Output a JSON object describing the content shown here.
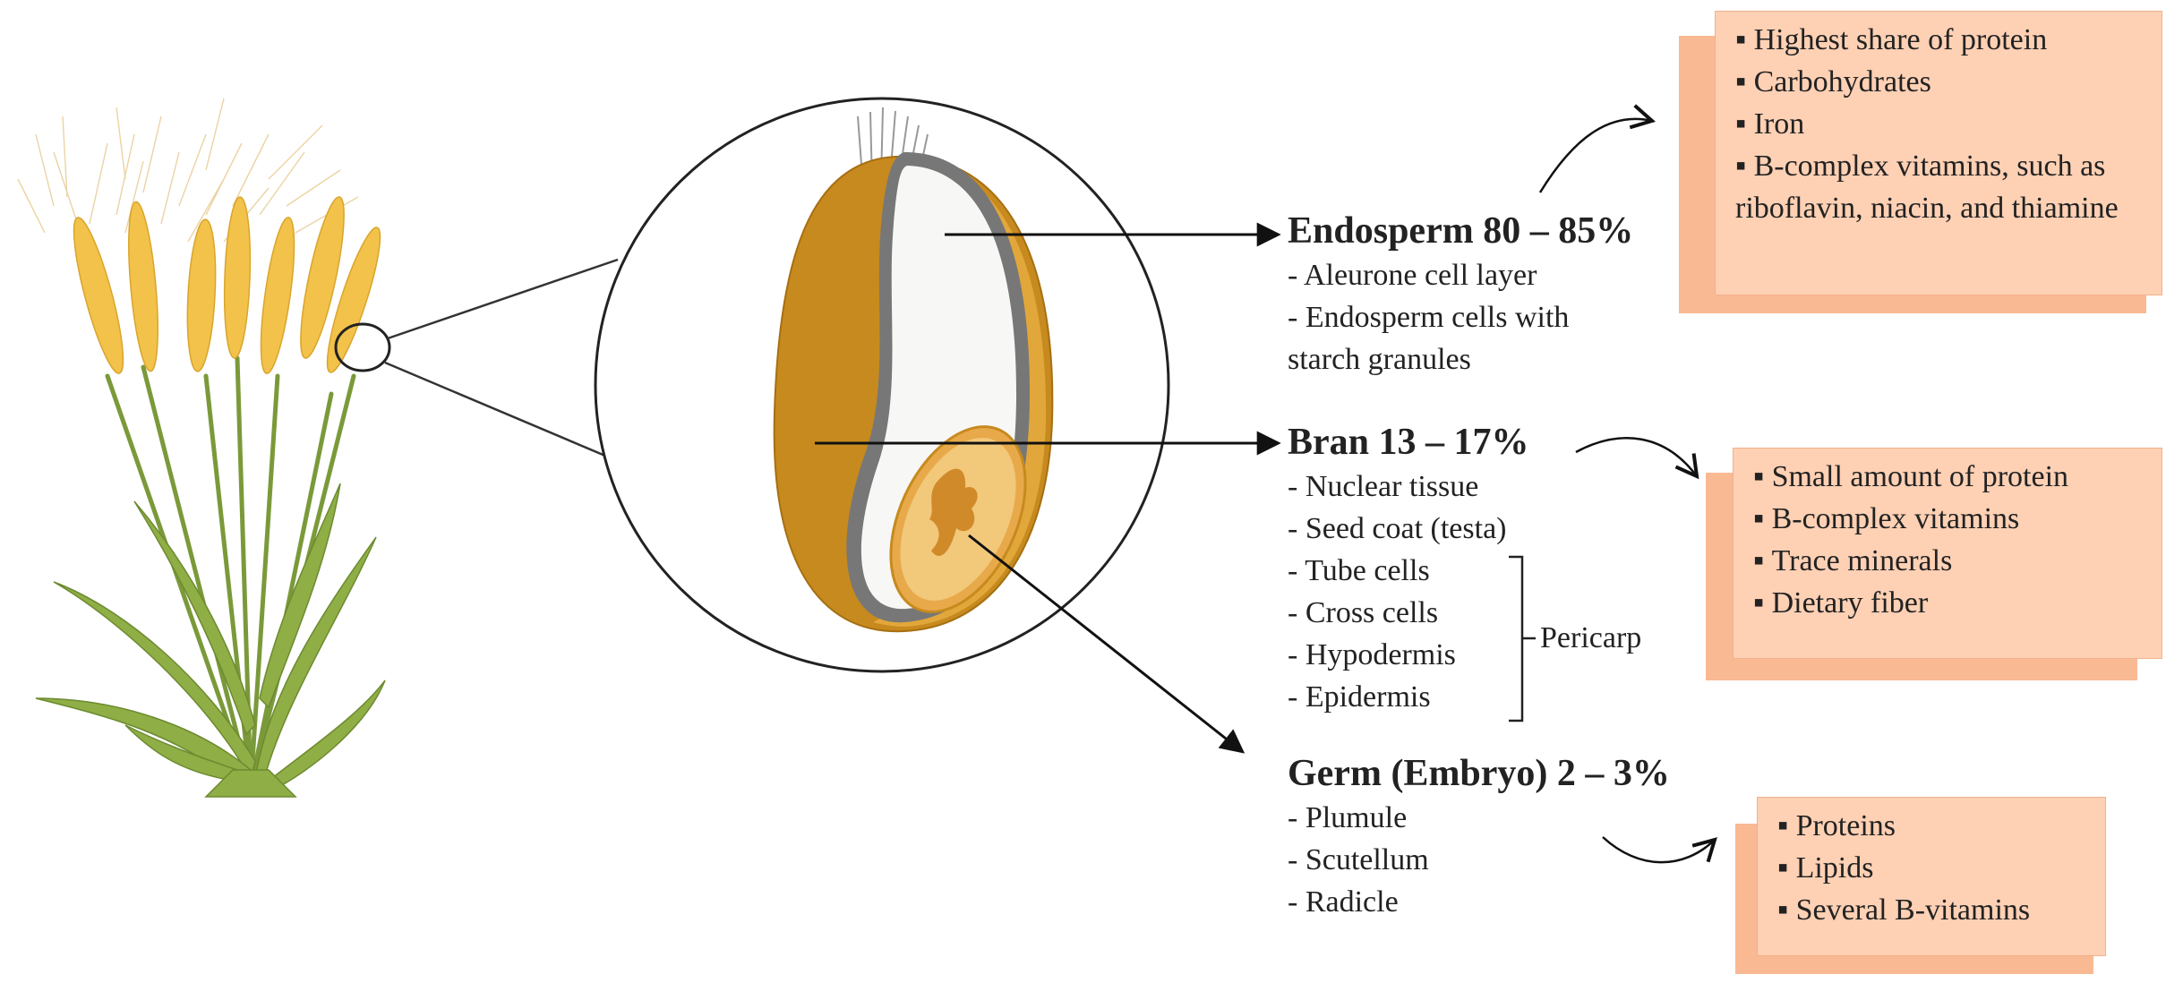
{
  "colors": {
    "kernel_outer": "#c78a1e",
    "kernel_edge": "#e2a73a",
    "endosperm": "#f7f7f6",
    "aleurone": "#777777",
    "box_fill": "#fed0b4",
    "box_shadow": "#f9b993",
    "wheat_stalk": "#7a9a3a",
    "wheat_ear": "#f2c24a"
  },
  "icons": [
    "wheat-plant-icon",
    "grain-kernel-icon",
    "curved-arrow-icon"
  ],
  "endosperm": {
    "title": "Endosperm 80 – 85%",
    "items": [
      "- Aleurone cell layer",
      "- Endosperm cells with",
      "starch granules"
    ]
  },
  "bran": {
    "title": "Bran 13 – 17%",
    "items": [
      "- Nuclear tissue",
      "- Seed coat (testa)",
      "- Tube cells",
      "- Cross cells",
      "- Hypodermis",
      "- Epidermis"
    ],
    "pericarp_label": "Pericarp"
  },
  "germ": {
    "title": "Germ (Embryo) 2 – 3%",
    "items": [
      "- Plumule",
      "- Scutellum",
      "- Radicle"
    ]
  },
  "endosperm_box": {
    "items": [
      "Highest share of protein",
      "Carbohydrates",
      "Iron",
      "B-complex vitamins, such as riboflavin, niacin, and thiamine"
    ]
  },
  "bran_box": {
    "items": [
      "Small amount of protein",
      "B-complex vitamins",
      "Trace minerals",
      "Dietary fiber"
    ]
  },
  "germ_box": {
    "items": [
      "Proteins",
      "Lipids",
      "Several B-vitamins"
    ]
  }
}
